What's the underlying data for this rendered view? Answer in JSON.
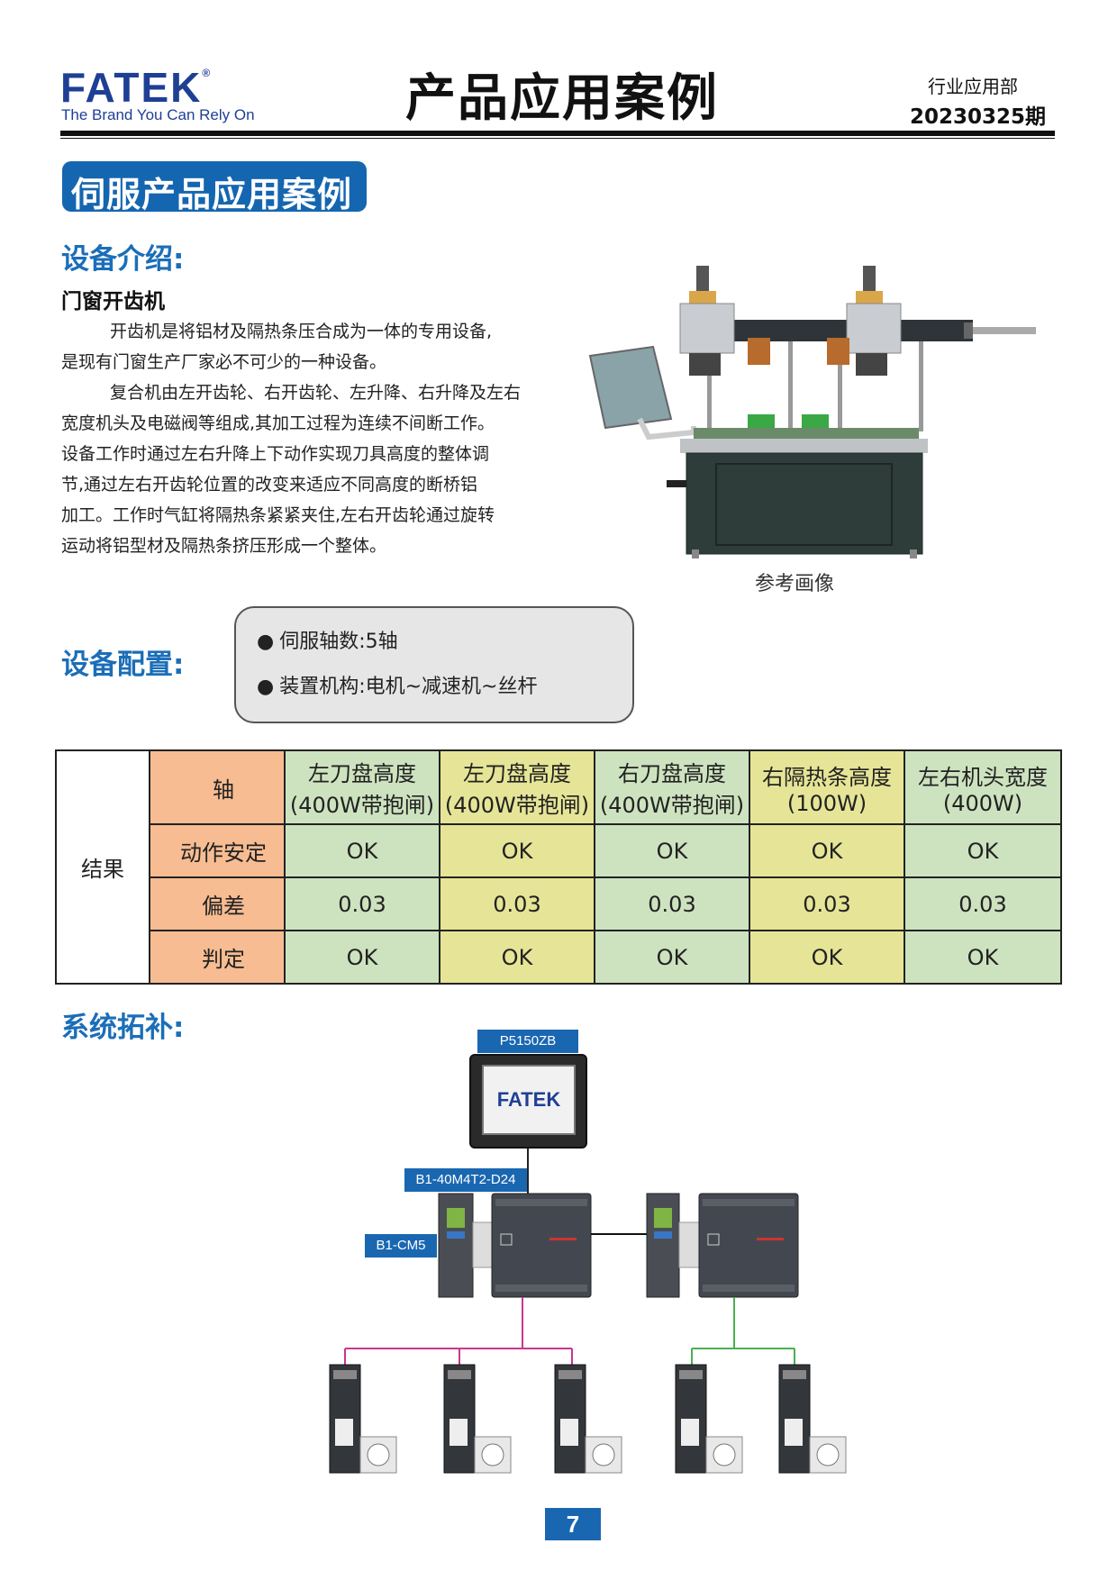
{
  "header": {
    "logo": "FATEK",
    "logo_mark": "®",
    "tagline": "The Brand You Can Rely On",
    "title": "产品应用案例",
    "department": "行业应用部",
    "issue": "20230325期"
  },
  "banner": "伺服产品应用案例",
  "intro": {
    "heading": "设备介绍:",
    "subheading": "门窗开齿机",
    "para1_line1": "开齿机是将铝材及隔热条压合成为一体的专用设备,",
    "para1_line2": "是现有门窗生产厂家必不可少的一种设备。",
    "para2_lines": [
      "复合机由左开齿轮、右开齿轮、左升降、右升降及左右",
      "宽度机头及电磁阀等组成,其加工过程为连续不间断工作。",
      "设备工作时通过左右升降上下动作实现刀具高度的整体调",
      "节,通过左右开齿轮位置的改变来适应不同高度的断桥铝",
      "加工。工作时气缸将隔热条紧紧夹住,左右开齿轮通过旋转",
      "运动将铝型材及隔热条挤压形成一个整体。"
    ],
    "image_caption": "参考画像"
  },
  "config": {
    "heading": "设备配置:",
    "items": [
      "伺服轴数:5轴",
      "装置机构:电机~减速机~丝杆"
    ]
  },
  "results_table": {
    "result_label": "结果",
    "axis_label": "轴",
    "columns": [
      {
        "name": "左刀盘高度",
        "detail": "(400W带抱闸)",
        "color": "#cde3bf"
      },
      {
        "name": "左刀盘高度",
        "detail": "(400W带抱闸)",
        "color": "#e6e597"
      },
      {
        "name": "右刀盘高度",
        "detail": "(400W带抱闸)",
        "color": "#cde3bf"
      },
      {
        "name": "右隔热条高度",
        "detail": "(100W)",
        "color": "#e6e597"
      },
      {
        "name": "左右机头宽度",
        "detail": "(400W)",
        "color": "#cde3bf"
      }
    ],
    "rows": [
      {
        "label": "动作安定",
        "values": [
          "OK",
          "OK",
          "OK",
          "OK",
          "OK"
        ]
      },
      {
        "label": "偏差",
        "values": [
          "0.03",
          "0.03",
          "0.03",
          "0.03",
          "0.03"
        ]
      },
      {
        "label": "判定",
        "values": [
          "OK",
          "OK",
          "OK",
          "OK",
          "OK"
        ]
      }
    ]
  },
  "topology": {
    "heading": "系统拓补:",
    "hmi_tag": "P5150ZB",
    "hmi_screen": "FATEK",
    "plc_tag": "B1-40M4T2-D24",
    "module_tag": "B1-CM5",
    "link_colors": {
      "left": "#c9378f",
      "right": "#4caf50"
    }
  },
  "page_number": "7"
}
